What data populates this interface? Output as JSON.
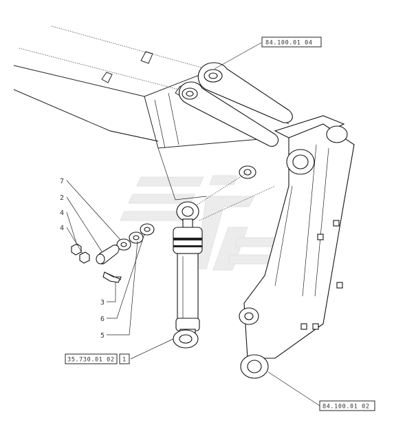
{
  "references": {
    "top_right": "84.100.01 04",
    "bottom_right": "84.100.01 02",
    "cylinder_code": "35.730.01 02",
    "cylinder_qty": "1"
  },
  "callouts": {
    "c7": "7",
    "c2": "2",
    "c4a": "4",
    "c4b": "4",
    "c3": "3",
    "c6": "6",
    "c5": "5"
  },
  "colors": {
    "line": "#222222",
    "watermark": "#ececec",
    "background": "#ffffff"
  }
}
